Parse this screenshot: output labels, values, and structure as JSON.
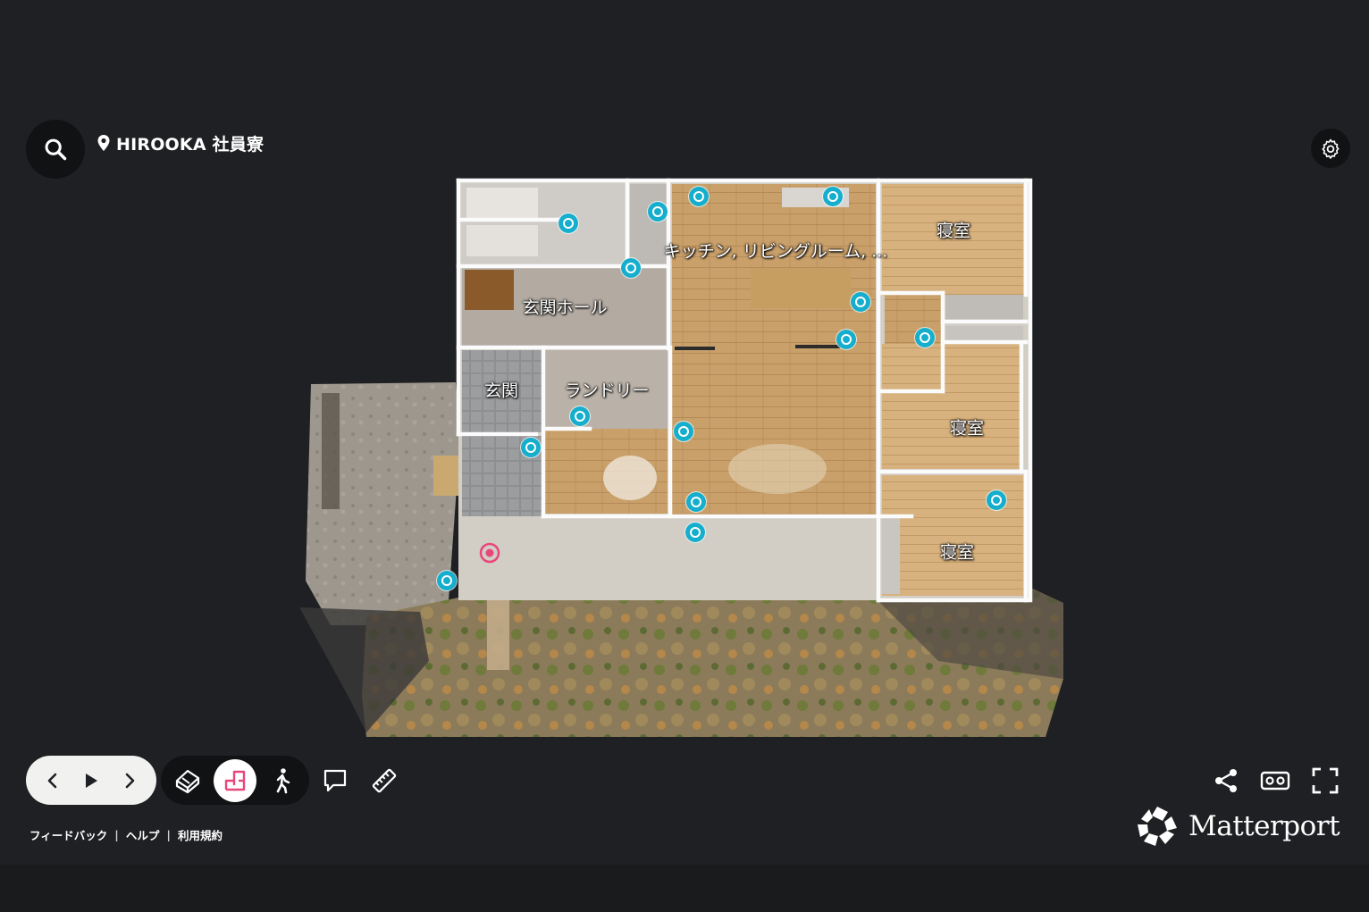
{
  "header": {
    "location_label": "HIROOKA 社員寮"
  },
  "icons": {
    "search": "search-icon",
    "location": "location-pin-icon",
    "settings": "gear-icon",
    "prev": "chevron-left-icon",
    "play": "play-icon",
    "next": "chevron-right-icon",
    "dollhouse": "dollhouse-icon",
    "floorplan": "floorplan-icon",
    "walk": "walk-icon",
    "tag": "comment-icon",
    "measure": "ruler-icon",
    "share": "share-icon",
    "vr": "vr-headset-icon",
    "fullscreen": "fullscreen-icon"
  },
  "floorplan": {
    "rooms": [
      {
        "id": "kitchen",
        "label": "キッチン, リビングルーム, ..."
      },
      {
        "id": "bedroom1",
        "label": "寝室"
      },
      {
        "id": "entrance-hall",
        "label": "玄関ホール"
      },
      {
        "id": "entrance",
        "label": "玄関"
      },
      {
        "id": "laundry",
        "label": "ランドリー"
      },
      {
        "id": "bedroom2",
        "label": "寝室"
      },
      {
        "id": "bedroom3",
        "label": "寝室"
      }
    ],
    "sweep_count": 15
  },
  "footer": {
    "feedback": "フィードバック",
    "help": "ヘルプ",
    "terms": "利用規約",
    "separator": "|"
  },
  "brand": {
    "name": "Matterport"
  },
  "colors": {
    "background": "#1f2023",
    "sweep": "#16aecd",
    "active_mode_icon": "#e8477a",
    "floor_wood": "#c9a06a"
  }
}
